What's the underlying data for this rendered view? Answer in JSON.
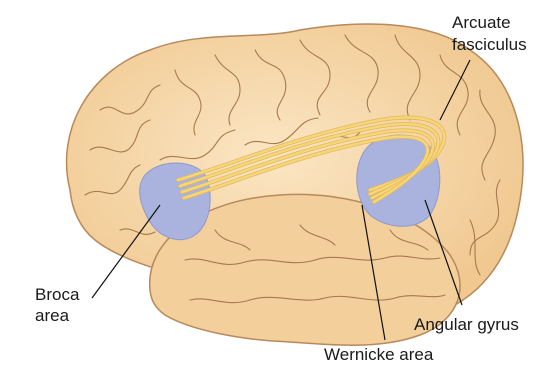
{
  "labels": {
    "arcuate_line1": "Arcuate",
    "arcuate_line2": "fasciculus",
    "broca_line1": "Broca",
    "broca_line2": "area",
    "angular": "Angular gyrus",
    "wernicke": "Wernicke area"
  },
  "colors": {
    "brain_fill": "#f4d3a2",
    "brain_outline": "#b8895a",
    "sulcus": "#a67a4c",
    "region_fill": "#a9b3dd",
    "fasciculus": "#f7d679",
    "fasciculus_edge": "#e2b85a",
    "leader_line": "#111111"
  }
}
